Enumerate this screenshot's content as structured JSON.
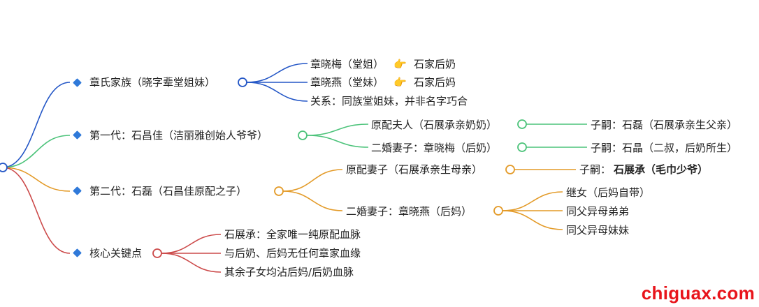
{
  "colors": {
    "blue": "#2356c6",
    "green": "#4cc37a",
    "orange": "#e39a27",
    "red": "#cc4a4a",
    "diamond": "#2f79d9",
    "watermark": "#e8141b"
  },
  "icons": {
    "bullet": "blue-diamond-icon",
    "pointer": "pointing-hand-icon"
  },
  "branch1": {
    "label": "章氏家族（晓字辈堂姐妹）",
    "items": [
      "章晓梅（堂姐）",
      "章晓燕（堂妹）",
      "关系：同族堂姐妹，并非名字巧合"
    ],
    "notes": [
      "石家后奶",
      "石家后妈"
    ]
  },
  "branch2": {
    "label": "第一代：石昌佳（洁丽雅创始人爷爷）",
    "items": [
      "原配夫人（石展承亲奶奶）",
      "二婚妻子：章晓梅（后奶）"
    ],
    "children": [
      "子嗣：石磊（石展承亲生父亲）",
      "子嗣：石晶（二叔，后奶所生）"
    ]
  },
  "branch3": {
    "label": "第二代：石磊（石昌佳原配之子）",
    "items": [
      "原配妻子（石展承亲生母亲）",
      "二婚妻子：章晓燕（后妈）"
    ],
    "child_prefix": "子嗣：",
    "child_name": "石展承（毛巾少爷）",
    "children2": [
      "继女（后妈自带）",
      "同父异母弟弟",
      "同父异母妹妹"
    ]
  },
  "branch4": {
    "label": "核心关键点",
    "items": [
      "石展承：全家唯一纯原配血脉",
      "与后奶、后妈无任何章家血缘",
      "其余子女均沾后妈/后奶血脉"
    ]
  },
  "watermark": "chiguax.com"
}
